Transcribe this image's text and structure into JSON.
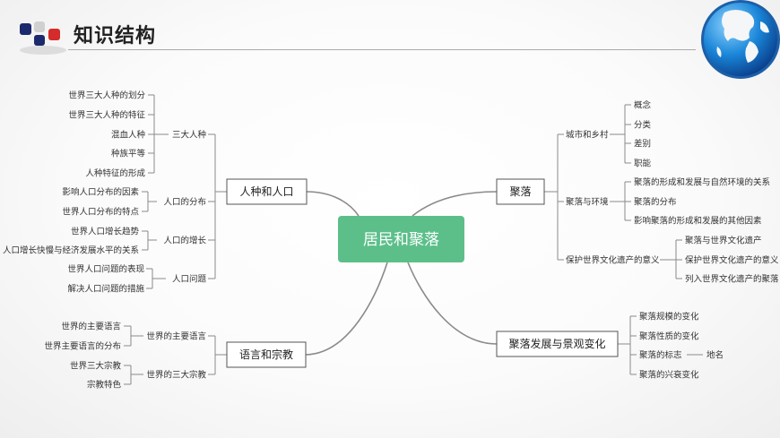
{
  "header": {
    "title": "知识结构"
  },
  "mindmap": {
    "root": "居民和聚落",
    "left": [
      {
        "label": "人种和人口",
        "groups": [
          {
            "label": "三大人种",
            "items": [
              "世界三大人种的划分",
              "世界三大人种的特征",
              "混血人种",
              "种族平等",
              "人种特征的形成"
            ]
          },
          {
            "label": "人口的分布",
            "items": [
              "影响人口分布的因素",
              "世界人口分布的特点"
            ]
          },
          {
            "label": "人口的增长",
            "items": [
              "世界人口增长趋势",
              "人口增长快慢与经济发展水平的关系"
            ]
          },
          {
            "label": "人口问题",
            "items": [
              "世界人口问题的表现",
              "解决人口问题的措施"
            ]
          }
        ]
      },
      {
        "label": "语言和宗教",
        "groups": [
          {
            "label": "世界的主要语言",
            "items": [
              "世界的主要语言",
              "世界主要语言的分布"
            ]
          },
          {
            "label": "世界的三大宗教",
            "items": [
              "世界三大宗教",
              "宗教特色"
            ]
          }
        ]
      }
    ],
    "right": [
      {
        "label": "聚落",
        "groups": [
          {
            "label": "城市和乡村",
            "items": [
              "概念",
              "分类",
              "差别",
              "职能"
            ]
          },
          {
            "label": "聚落与环境",
            "items": [
              "聚落的形成和发展与自然环境的关系",
              "聚落的分布",
              "影响聚落的形成和发展的其他因素"
            ]
          },
          {
            "label": "保护世界文化遗产的意义",
            "items": [
              "聚落与世界文化遗产",
              "保护世界文化遗产的意义",
              "列入世界文化遗产的聚落"
            ]
          }
        ]
      },
      {
        "label": "聚落发展与景观变化",
        "items": [
          "聚落规模的变化",
          "聚落性质的变化",
          "聚落的标志",
          "聚落的兴衰变化"
        ],
        "extra": "地名"
      }
    ]
  }
}
